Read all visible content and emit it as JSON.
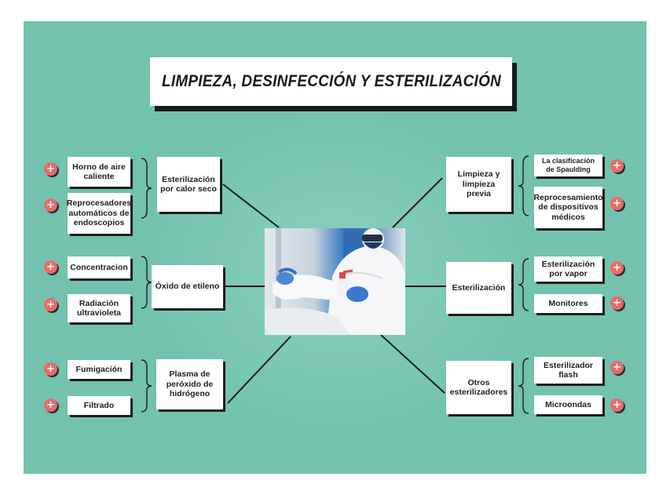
{
  "title": "LIMPIEZA, DESINFECCIÓN Y ESTERILIZACIÓN",
  "left": {
    "calor_seco": {
      "label": "Esterilización por calor seco",
      "items": [
        "Horno de aire caliente",
        "Reprocesadores automáticos de endoscopios"
      ]
    },
    "oxido": {
      "label": "Óxido de etileno",
      "items": [
        "Concentracion",
        "Radiación ultravioleta"
      ]
    },
    "plasma": {
      "label": "Plasma de peróxido de hidrógeno",
      "items": [
        "Fumigación",
        "Filtrado"
      ]
    }
  },
  "right": {
    "limpieza": {
      "label": "Limpieza y limpieza previa",
      "items": [
        "La clasificación de Spaulding",
        "Reprocesamiento de dispositivos médicos"
      ]
    },
    "esterilizacion": {
      "label": "Esterilización",
      "items": [
        "Esterilización por vapor",
        "Monitores"
      ]
    },
    "otros": {
      "label": "Otros esterilizadores",
      "items": [
        "Esterilizador flash",
        "Microondas"
      ]
    }
  },
  "plus_symbol": "+",
  "colors": {
    "background": "#72c2ae",
    "plus_button": "#e86a6a",
    "box": "#ffffff",
    "shadow": "#1d1d1d"
  }
}
